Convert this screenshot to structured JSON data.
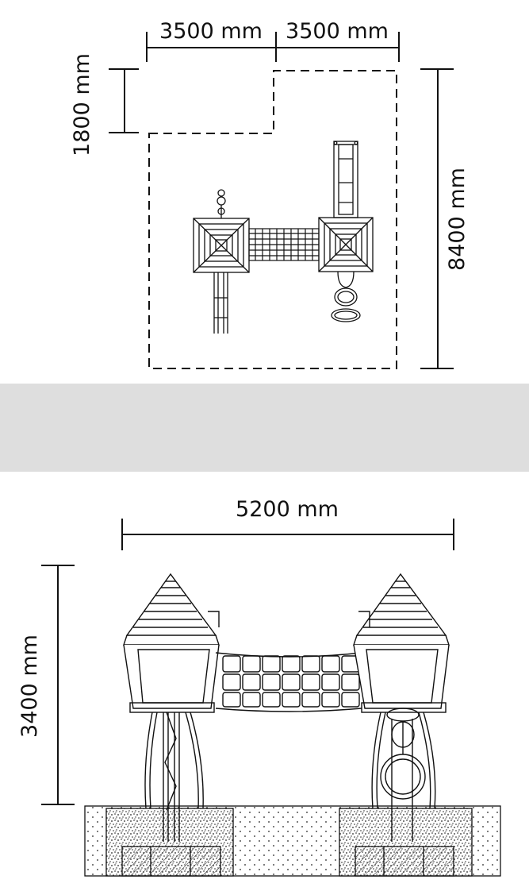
{
  "top_view": {
    "dim_width_left": "3500 mm",
    "dim_width_right": "3500 mm",
    "dim_offset": "1800 mm",
    "dim_length": "8400 mm"
  },
  "side_view": {
    "dim_width": "5200 mm",
    "dim_height": "3400 mm"
  },
  "colors": {
    "line": "#111111",
    "separator": "#dedede",
    "hatch": "#333333"
  }
}
